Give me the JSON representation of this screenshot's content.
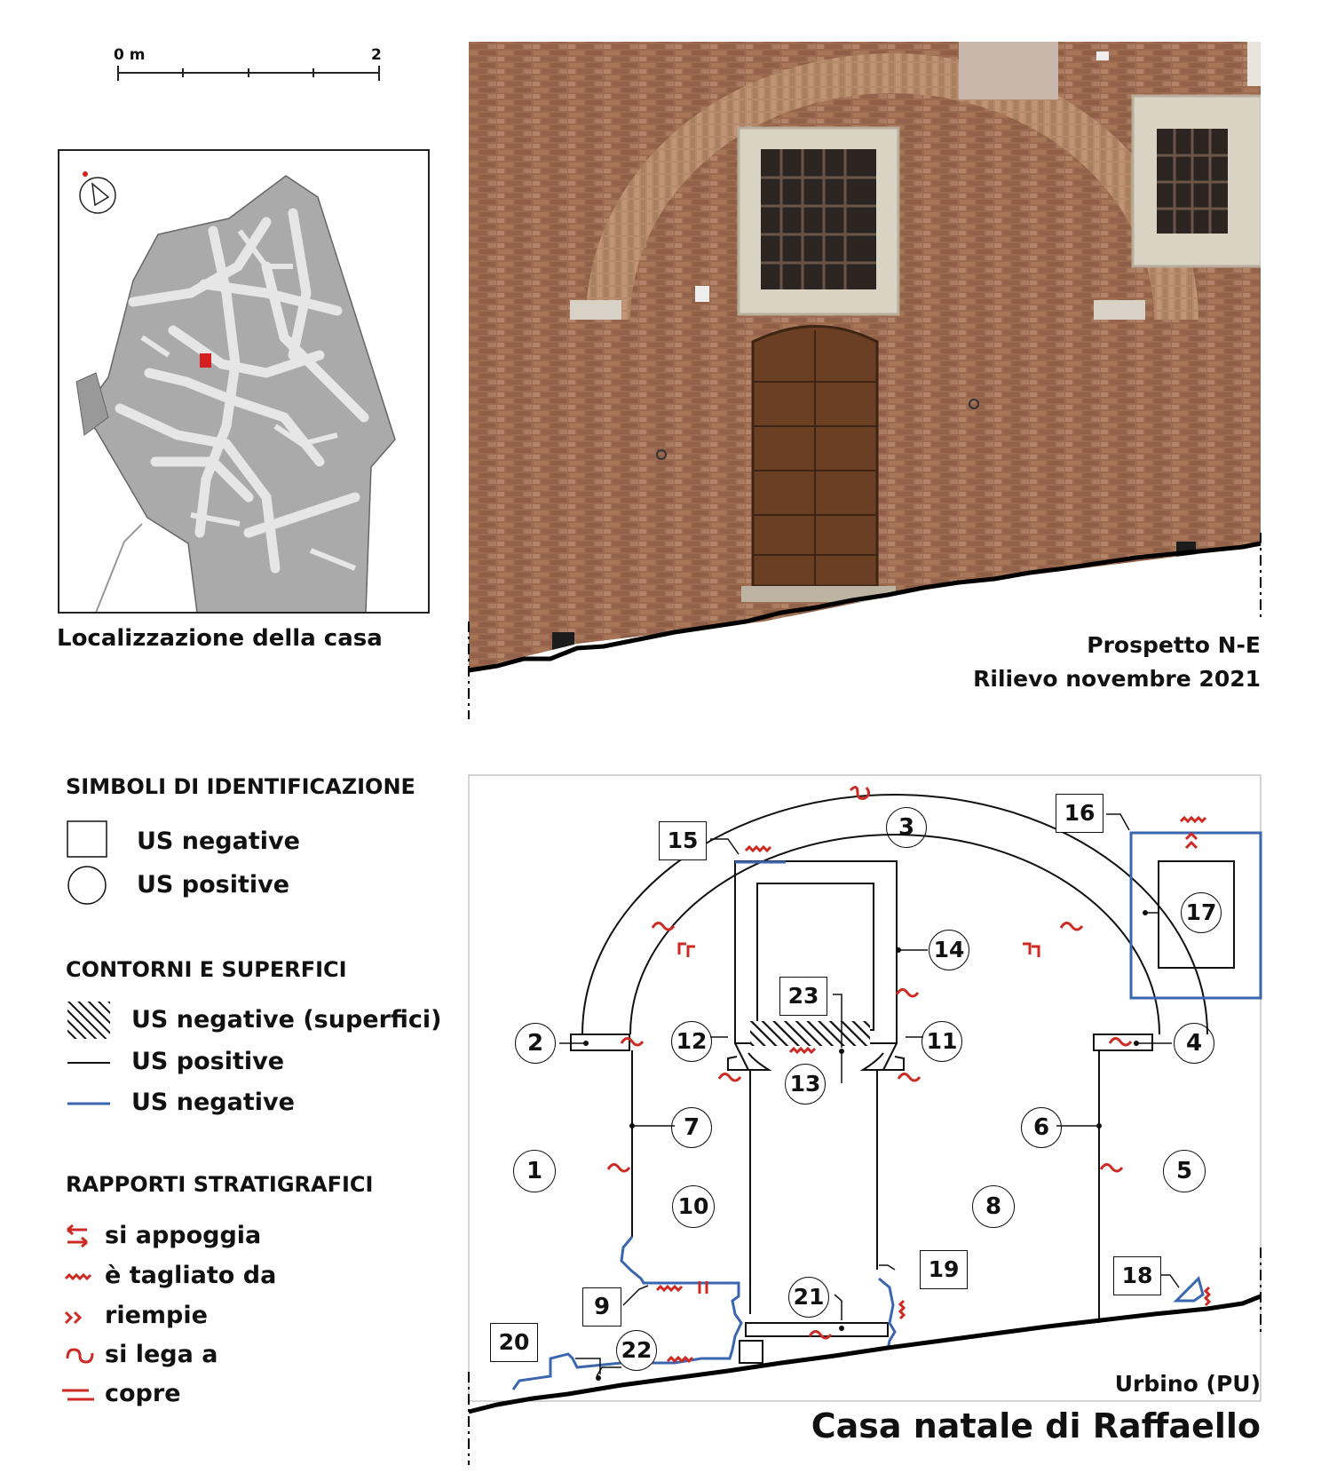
{
  "scale_bar": {
    "start_label": "0 m",
    "end_label": "2"
  },
  "location_map": {
    "caption": "Localizzazione della casa"
  },
  "photo": {
    "caption_line1": "Prospetto N-E",
    "caption_line2": "Rilievo novembre 2021"
  },
  "legend": {
    "identification_title": "SIMBOLI DI IDENTIFICAZIONE",
    "us_negative": "US negative",
    "us_positive": "US positive",
    "contours_title": "CONTORNI E SUPERFICI",
    "us_negative_surfaces": "US negative (superfici)",
    "us_positive_line": "US positive",
    "us_negative_line": "US negative",
    "relations_title": "RAPPORTI STRATIGRAFICI",
    "relations": [
      {
        "label": "si appoggia"
      },
      {
        "label": "è tagliato da"
      },
      {
        "label": "riempie"
      },
      {
        "label": "si lega a"
      },
      {
        "label": "copre"
      }
    ]
  },
  "drawing": {
    "location": "Urbino (PU)",
    "title": "Casa natale di Raffaello",
    "units": {
      "u1": "1",
      "u2": "2",
      "u3": "3",
      "u4": "4",
      "u5": "5",
      "u6": "6",
      "u7": "7",
      "u8": "8",
      "u9": "9",
      "u10": "10",
      "u11": "11",
      "u12": "12",
      "u13": "13",
      "u14": "14",
      "u15": "15",
      "u16": "16",
      "u17": "17",
      "u18": "18",
      "u19": "19",
      "u20": "20",
      "u21": "21",
      "u22": "22",
      "u23": "23"
    }
  },
  "colors": {
    "negative_line": "#3a66b0",
    "relation_mark": "#cc2a22",
    "map_fill": "#a8a8a8",
    "house": "#d42020"
  }
}
